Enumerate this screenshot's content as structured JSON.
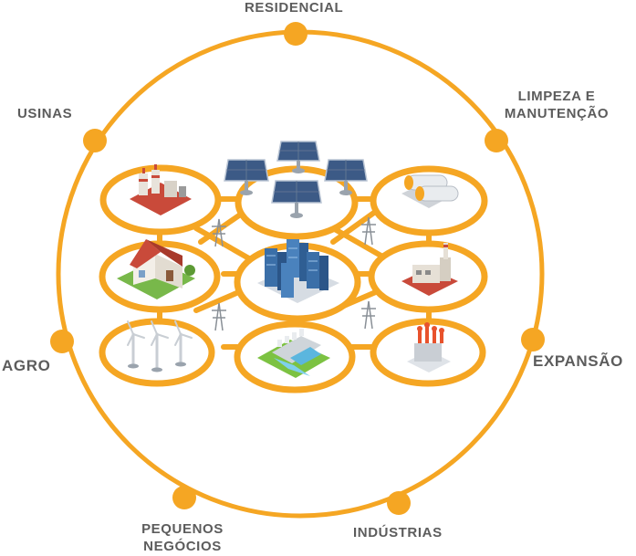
{
  "colors": {
    "ring": "#F5A623",
    "dot": "#F5A623",
    "label": "#5c5c5c",
    "node_fill": "#ffffff"
  },
  "labels": {
    "residencial": "RESIDENCIAL",
    "usinas": "USINAS",
    "limpeza_line1": "LIMPEZA E",
    "limpeza_line2": "MANUTENÇÃO",
    "agro": "AGRO",
    "expansao": "EXPANSÃO",
    "pequenos_line1": "PEQUENOS",
    "pequenos_line2": "NEGÓCIOS",
    "industrias": "INDÚSTRIAS"
  },
  "nodes": [
    {
      "id": "power-plant",
      "icon": "power-plant-icon"
    },
    {
      "id": "solar-panels",
      "icon": "solar-panel-icon"
    },
    {
      "id": "storage-tanks",
      "icon": "gas-tank-icon"
    },
    {
      "id": "house",
      "icon": "house-icon"
    },
    {
      "id": "data-center",
      "icon": "server-rack-icon"
    },
    {
      "id": "factory",
      "icon": "factory-icon"
    },
    {
      "id": "wind-turbines",
      "icon": "wind-turbine-icon"
    },
    {
      "id": "hydro-dam",
      "icon": "dam-icon"
    },
    {
      "id": "substation",
      "icon": "substation-icon"
    }
  ],
  "pylons": [
    "transmission-tower-icon",
    "transmission-tower-icon",
    "transmission-tower-icon",
    "transmission-tower-icon"
  ]
}
